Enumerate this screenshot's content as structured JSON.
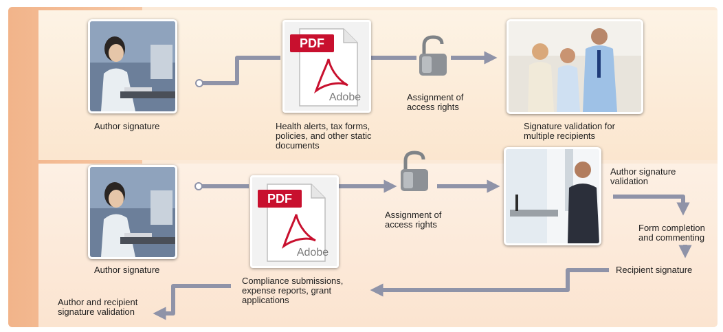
{
  "workflow_top": {
    "author_label": "Author signature",
    "document_label": "Health alerts, tax forms,\npolicies, and other static\ndocuments",
    "access_label": "Assignment of\naccess rights",
    "validation_label": "Signature validation for\nmultiple recipients"
  },
  "workflow_bottom": {
    "author_label": "Author signature",
    "document_label": "Compliance submissions,\nexpense reports, grant\napplications",
    "access_label": "Assignment of\naccess rights",
    "step1_label": "Author signature\nvalidation",
    "step2_label": "Form completion\nand commenting",
    "step3_label": "Recipient signature",
    "final_label": "Author and recipient\nsignature validation"
  },
  "pdf_icon": {
    "badge_text": "PDF",
    "brand_text": "Adobe"
  },
  "colors": {
    "arrow": "#8f93a8",
    "pdf_red": "#c8102e",
    "band": "#f2b48a",
    "background": "#fbe9d7"
  }
}
